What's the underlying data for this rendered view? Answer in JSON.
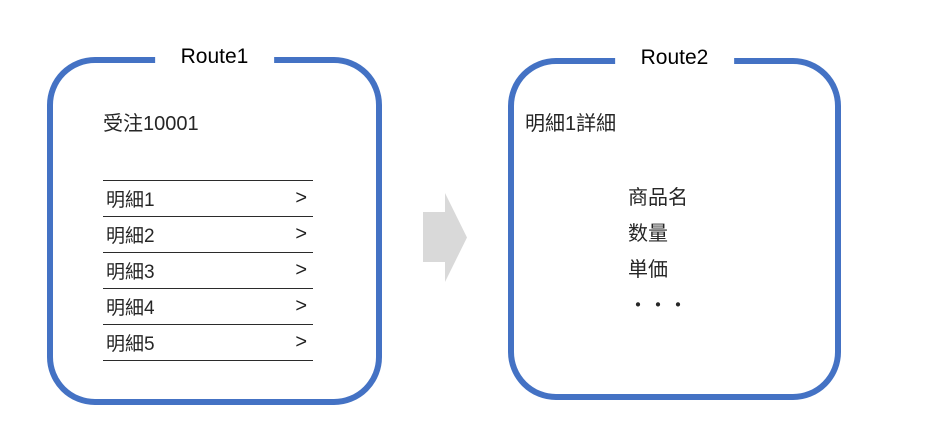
{
  "colors": {
    "screen_border": "#4472C4",
    "arrow_fill": "#D9D9D9",
    "list_line": "#2b2b2b",
    "text": "#262626",
    "background": "#FFFFFF"
  },
  "route1": {
    "label": "Route1",
    "heading": "受注10001",
    "list": [
      {
        "label": "明細1",
        "chevron": ">"
      },
      {
        "label": "明細2",
        "chevron": ">"
      },
      {
        "label": "明細3",
        "chevron": ">"
      },
      {
        "label": "明細4",
        "chevron": ">"
      },
      {
        "label": "明細5",
        "chevron": ">"
      }
    ]
  },
  "arrow": {
    "name": "transition-arrow",
    "direction": "right"
  },
  "route2": {
    "label": "Route2",
    "heading": "明細1詳細",
    "fields": [
      "商品名",
      "数量",
      "単価",
      "・・・"
    ]
  }
}
